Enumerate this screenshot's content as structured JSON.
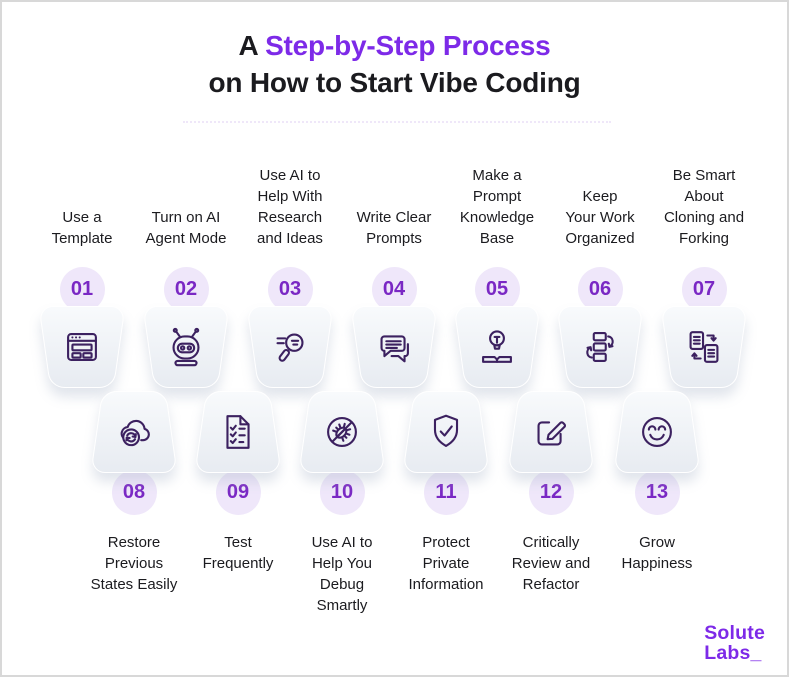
{
  "header": {
    "title_prefix": "A ",
    "title_highlight": "Step-by-Step Process",
    "title_line2": "on How to Start Vibe Coding"
  },
  "steps": [
    {
      "number": "01",
      "label": "Use a\nTemplate",
      "icon": "browser-window-icon"
    },
    {
      "number": "02",
      "label": "Turn on AI\nAgent Mode",
      "icon": "robot-icon"
    },
    {
      "number": "03",
      "label": "Use AI to\nHelp With\nResearch\nand Ideas",
      "icon": "search-research-icon"
    },
    {
      "number": "04",
      "label": "Write Clear\nPrompts",
      "icon": "chat-bubbles-icon"
    },
    {
      "number": "05",
      "label": "Make a\nPrompt\nKnowledge\nBase",
      "icon": "bulb-knowledge-icon"
    },
    {
      "number": "06",
      "label": "Keep\nYour Work\nOrganized",
      "icon": "organize-flow-icon"
    },
    {
      "number": "07",
      "label": "Be Smart\nAbout\nCloning and\nForking",
      "icon": "clone-fork-icon"
    },
    {
      "number": "08",
      "label": "Restore\nPrevious\nStates Easily",
      "icon": "cloud-restore-icon"
    },
    {
      "number": "09",
      "label": "Test\nFrequently",
      "icon": "checklist-icon"
    },
    {
      "number": "10",
      "label": "Use AI to\nHelp You\nDebug\nSmartly",
      "icon": "no-bug-icon"
    },
    {
      "number": "11",
      "label": "Protect\nPrivate\nInformation",
      "icon": "shield-check-icon"
    },
    {
      "number": "12",
      "label": "Critically\nReview and\nRefactor",
      "icon": "edit-pencil-icon"
    },
    {
      "number": "13",
      "label": "Grow\nHappiness",
      "icon": "smiley-icon"
    }
  ],
  "logo": {
    "line1": "Solute",
    "line2": "Labs_"
  },
  "colors": {
    "accent_purple": "#7D2AE8",
    "number_purple": "#7A28C4",
    "badge_bg": "#EFE7FA",
    "icon_stroke": "#3C2160",
    "text_dark": "#1B1B1F",
    "bucket_light": "#F8FAFC",
    "bucket_dark": "#E7EBF1",
    "border_gray": "#D8D8D8"
  }
}
